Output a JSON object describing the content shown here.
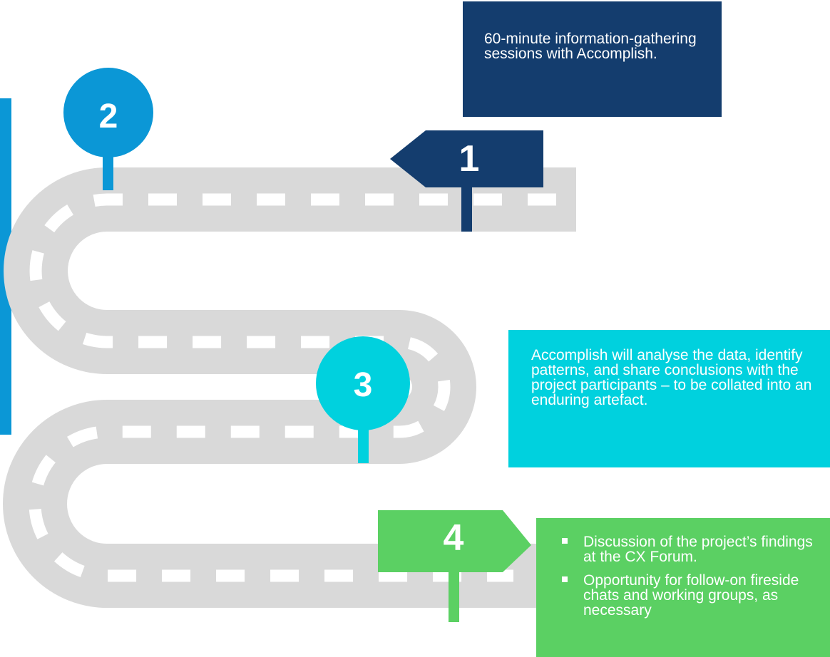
{
  "colors": {
    "road": "#d9d9d9",
    "lane_marking": "#ffffff",
    "step1": "#143d6e",
    "step2": "#0b97d6",
    "step3": "#00d1de",
    "step4": "#5bd063"
  },
  "steps": [
    {
      "number": "1",
      "marker_shape": "arrow-flag-left",
      "color": "#143d6e",
      "text": "60-minute information-gathering sessions with Accomplish."
    },
    {
      "number": "2",
      "marker_shape": "pin-circle",
      "color": "#0b97d6"
    },
    {
      "number": "3",
      "marker_shape": "pin-circle",
      "color": "#00d1de",
      "text": "Accomplish will analyse the data, identify patterns, and share conclusions with the project participants – to be collated into an enduring artefact."
    },
    {
      "number": "4",
      "marker_shape": "arrow-flag-right",
      "color": "#5bd063",
      "bullets": [
        "Discussion of the project’s findings at the CX Forum.",
        "Opportunity for follow-on fireside chats and working groups, as necessary"
      ]
    }
  ]
}
